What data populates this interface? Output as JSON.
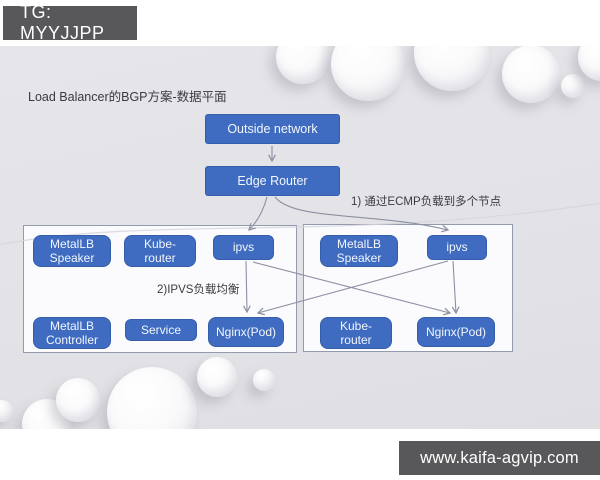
{
  "colors": {
    "node_fill": "#3f6cc1",
    "node_text": "#f2f6fc",
    "arrow": "#8b90a1",
    "container_border": "#939aad",
    "container_fill": "#fbfbfd",
    "badge_bg": "#58585a",
    "badge_text": "#ffffff",
    "slide_bg": "#e6e6ea",
    "title_text": "#3a3a3e"
  },
  "badge": {
    "text": "TG: MYYJJPP"
  },
  "watermark": {
    "text": "www.kaifa-agvip.com"
  },
  "diagram": {
    "title": "Load Balancer的BGP方案-数据平面",
    "annotations": {
      "ecmp": "1) 通过ECMP负载到多个节点",
      "ipvs_lb": "2)IPVS负载均衡"
    },
    "nodes": {
      "outside_network": "Outside network",
      "edge_router": "Edge Router",
      "cluster1_metallb_speaker": "MetalLB\nSpeaker",
      "cluster1_kube_router": "Kube-\nrouter",
      "cluster1_ipvs": "ipvs",
      "cluster1_metallb_controller": "MetalLB\nController",
      "cluster1_service": "Service",
      "cluster1_nginx_pod": "Nginx(Pod)",
      "cluster2_metallb_speaker": "MetalLB\nSpeaker",
      "cluster2_ipvs": "ipvs",
      "cluster2_kube_router": "Kube-\nrouter",
      "cluster2_nginx_pod": "Nginx(Pod)"
    }
  }
}
